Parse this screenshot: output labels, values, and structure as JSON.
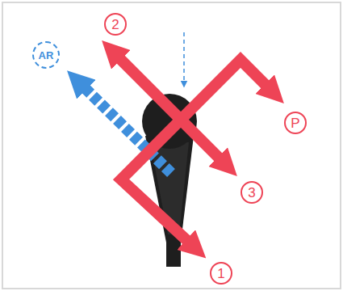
{
  "diagram": {
    "nodes": [
      {
        "text": [
          "2"
        ]
      },
      {
        "text": [
          "AR"
        ]
      },
      {
        "text": [
          "P"
        ]
      },
      {
        "text": [
          "3"
        ]
      },
      {
        "text": [
          "1"
        ]
      }
    ]
  }
}
